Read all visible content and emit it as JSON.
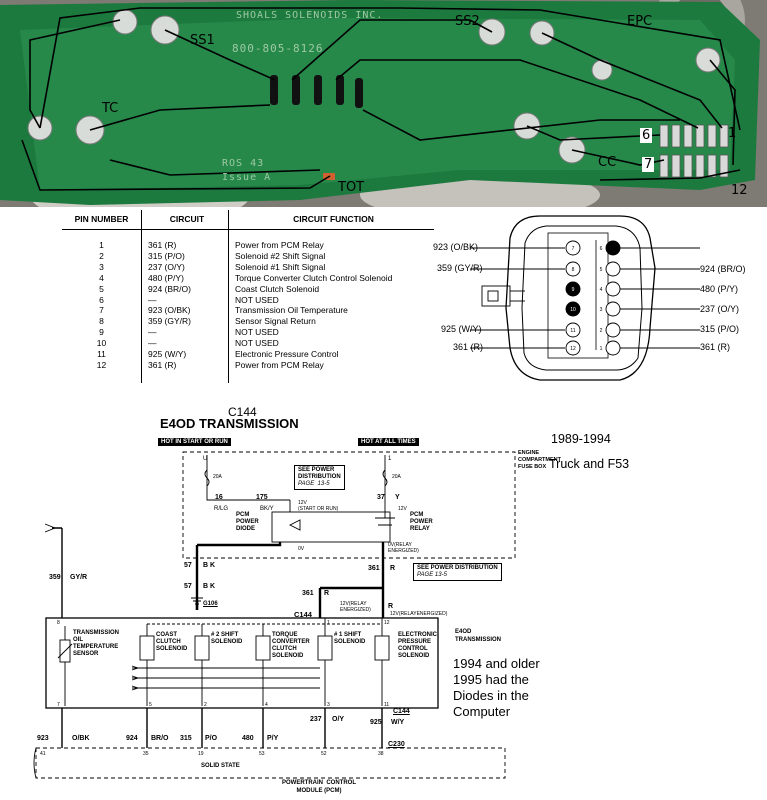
{
  "pcb": {
    "brand_text": "SHOALS SOLENOIDS INC.",
    "phone_text": "800-805-8126",
    "ros_text": "ROS 43",
    "issue_text": "Issue A",
    "labels": {
      "ss1": "SS1",
      "ss2": "SS2",
      "epc": "EPC",
      "tc": "TC",
      "cc": "CC",
      "tot": "TOT"
    },
    "pin_numbers": {
      "p6": "6",
      "p1": "1",
      "p7": "7",
      "p12": "12"
    }
  },
  "pin_table": {
    "headers": [
      "PIN NUMBER",
      "CIRCUIT",
      "CIRCUIT FUNCTION"
    ],
    "rows": [
      [
        "1",
        "361  (R)",
        "Power from PCM Relay"
      ],
      [
        "2",
        "315  (P/O)",
        "Solenoid  #2  Shift  Signal"
      ],
      [
        "3",
        "237  (O/Y)",
        "Solenoid  #1  Shift  Signal"
      ],
      [
        "4",
        "480  (P/Y)",
        "Torque Converter Clutch Control Solenoid"
      ],
      [
        "5",
        "924  (BR/O)",
        "Coast  Clutch  Solenoid"
      ],
      [
        "6",
        "—",
        "NOT  USED"
      ],
      [
        "7",
        "923  (O/BK)",
        "Transmission Oil Temperature"
      ],
      [
        "8",
        "359  (GY/R)",
        "Sensor  Signal  Return"
      ],
      [
        "9",
        "—",
        "NOT  USED"
      ],
      [
        "10",
        "—",
        "NOT  USED"
      ],
      [
        "11",
        "925  (W/Y)",
        "Electronic  Pressure  Control"
      ],
      [
        "12",
        "361  (R)",
        "Power  from  PCM  Relay"
      ]
    ]
  },
  "connector": {
    "left_labels": [
      "923  (O/BK)",
      "359  (GY/R)",
      "925  (W/Y)",
      "361  (R)"
    ],
    "right_labels": [
      "924  (BR/O)",
      "480  (P/Y)",
      "237  (O/Y)",
      "315  (P/O)",
      "361  (R)"
    ],
    "pins_left": [
      "7",
      "8",
      "9",
      "10",
      "11",
      "12"
    ],
    "pins_right": [
      "6",
      "5",
      "4",
      "3",
      "2",
      "1"
    ]
  },
  "schematic": {
    "connector_id": "C144",
    "title": "E4OD  TRANSMISSION",
    "hot_run": "HOT IN START OR RUN",
    "hot_all": "HOT AT ALL TIMES",
    "fuse_box": "ENGINE\nCOMPARTMENT\nFUSE BOX",
    "fuse_u": "U",
    "fuse_u_amps": "20A",
    "fuse_1": "1",
    "fuse_1_amps": "20A",
    "see_power": "SEE POWER\nDISTRIBUTION",
    "page": "PAGE  13-5",
    "w16": "16",
    "w175": "175",
    "w37": "37",
    "y": "Y",
    "rlg": "R/LG",
    "bky": "BK/Y",
    "v12_start": "12V\n(START OR RUN)",
    "v12": "12V",
    "pcm_diode": "PCM\nPOWER\nDIODE",
    "pcm_relay": "PCM\nPOWER\nRELAY",
    "zero_v": "0V",
    "relay_energized": "0V(RELAY\nENERGIZED)",
    "w57a": "57",
    "bk_a": "B K",
    "w57b": "57",
    "bk_b": "B K",
    "g106": "G106",
    "w361a": "361",
    "r_a": "R",
    "see_power2": "SEE POWER DISTRIBUTION",
    "w361b": "361",
    "r_b": "R",
    "relay_energized2": "12V(RELAY\nENERGIZED)",
    "r_c": "R",
    "relay_energized3": "12V(RELAYENERGIZED)",
    "c144_top": "C144",
    "w359": "359",
    "gyr": "GY/R",
    "e4od_label": "E4OD\nTRANSMISSION",
    "oil_temp": "TRANSMISSION\nOIL\nTEMPERATURE\nSENSOR",
    "coast": "COAST\nCLUTCH\nSOLENOID",
    "shift2": "# 2 SHIFT\nSOLENOID",
    "tcc": "TORQUE\nCONVERTER\nCLUTCH\nSOLENOID",
    "shift1": "# 1 SHIFT\nSOLENOID",
    "epc": "ELECTRONIC\nPRESSURE\nCONTROL\nSOLENOID",
    "pin_top": {
      "p8": "8",
      "p1": "1",
      "p12": "12"
    },
    "pin_bottom": {
      "p7": "7",
      "p5": "5",
      "p2": "2",
      "p4": "4",
      "p3": "3",
      "p11": "11"
    },
    "w237": "237",
    "oy": "O/Y",
    "w925": "925",
    "wy": "W/Y",
    "c144_bot": "C144",
    "bottom_wires": [
      {
        "num": "923",
        "color": "O/BK"
      },
      {
        "num": "924",
        "color": "BR/O"
      },
      {
        "num": "315",
        "color": "P/O"
      },
      {
        "num": "480",
        "color": "P/Y"
      }
    ],
    "c230": "C230",
    "pcm_pins": [
      "41",
      "35",
      "19",
      "53",
      "52",
      "38"
    ],
    "solid_state": "SOLID STATE",
    "pcm": "POWERTRAIN  CONTROL\nMODULE (PCM)"
  },
  "notes": {
    "years": "1989-1994",
    "truck": "Truck and F53",
    "diodes": "1994 and older\n1995 had the\nDiodes in the\nComputer"
  }
}
